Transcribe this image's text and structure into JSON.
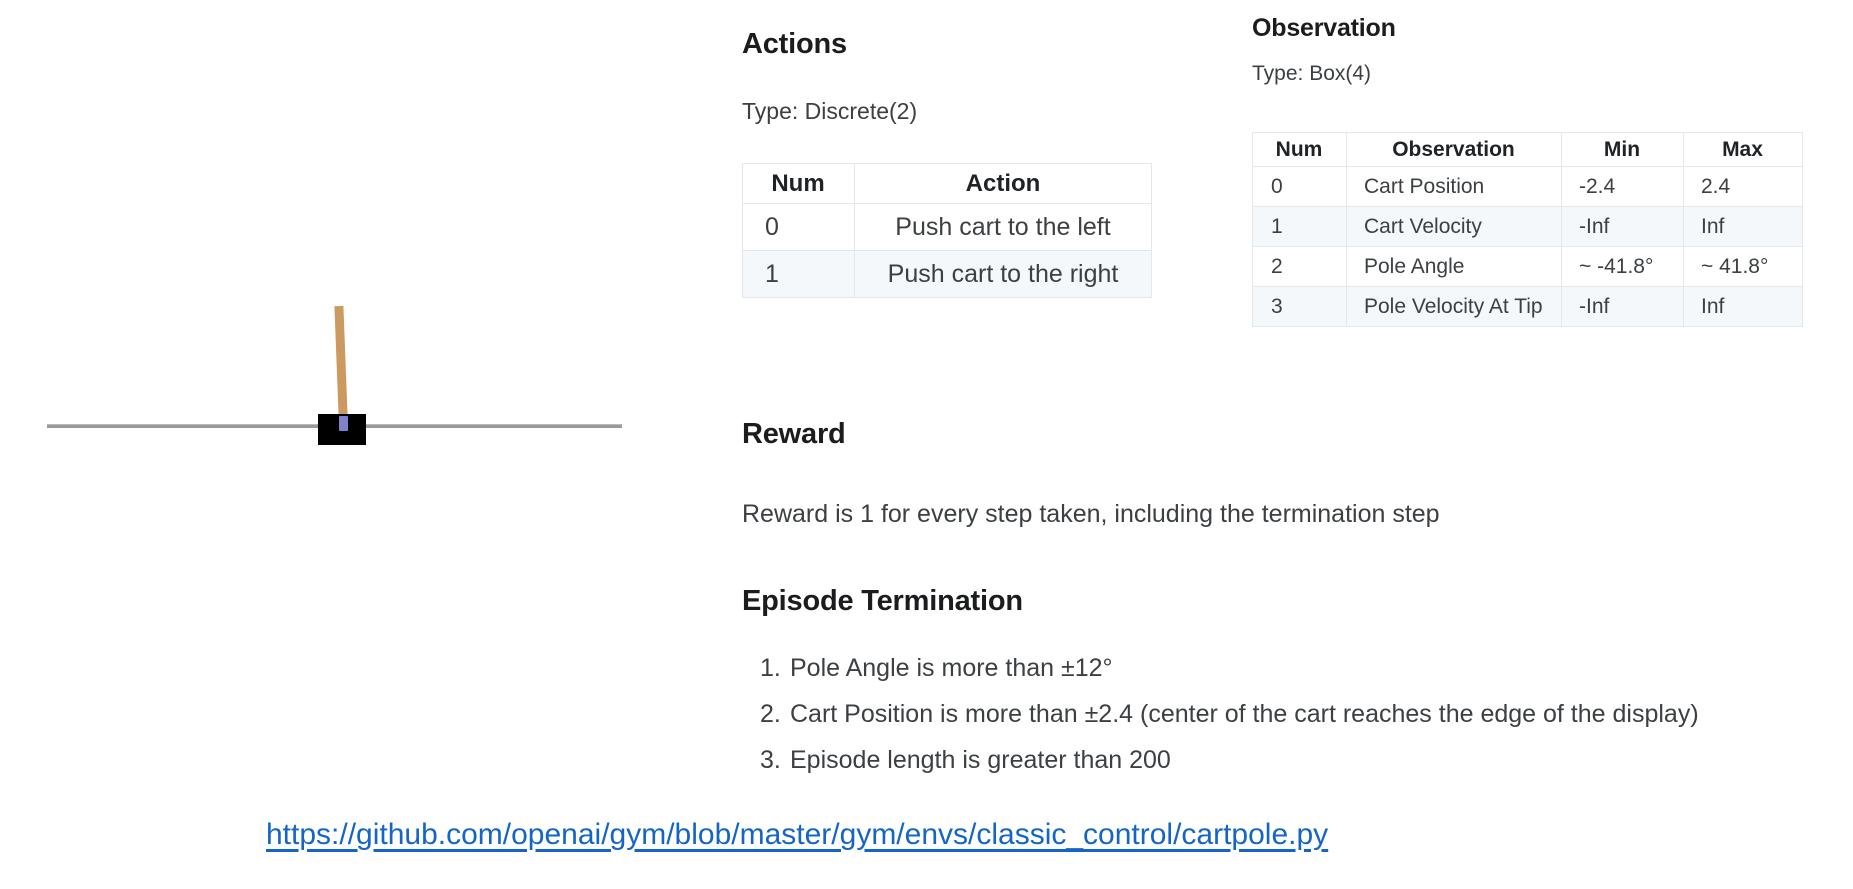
{
  "simulation": {
    "name": "cartpole-environment-render",
    "cart_color": "#000000",
    "pole_color": "#cc9a61",
    "axle_color": "#8080cc",
    "track_color": "#9a9a9a",
    "pole_angle_deg": -2.2
  },
  "actions": {
    "heading": "Actions",
    "type_label": "Type: Discrete(2)",
    "columns": [
      "Num",
      "Action"
    ],
    "rows": [
      {
        "num": "0",
        "action": "Push cart to the left"
      },
      {
        "num": "1",
        "action": "Push cart to the right"
      }
    ]
  },
  "observation": {
    "heading": "Observation",
    "type_label": "Type: Box(4)",
    "columns": [
      "Num",
      "Observation",
      "Min",
      "Max"
    ],
    "rows": [
      {
        "num": "0",
        "observation": "Cart Position",
        "min": "-2.4",
        "max": "2.4"
      },
      {
        "num": "1",
        "observation": "Cart Velocity",
        "min": "-Inf",
        "max": "Inf"
      },
      {
        "num": "2",
        "observation": "Pole Angle",
        "min": "~ -41.8°",
        "max": "~ 41.8°"
      },
      {
        "num": "3",
        "observation": "Pole Velocity At Tip",
        "min": "-Inf",
        "max": "Inf"
      }
    ]
  },
  "reward": {
    "heading": "Reward",
    "text": "Reward is 1 for every step taken, including the termination step"
  },
  "termination": {
    "heading": "Episode Termination",
    "items": [
      {
        "marker": "1.",
        "text": "Pole Angle is more than ±12°"
      },
      {
        "marker": "2.",
        "text": "Cart Position is more than ±2.4 (center of the cart reaches the edge of the display)"
      },
      {
        "marker": "3.",
        "text": "Episode length is greater than 200"
      }
    ]
  },
  "footer": {
    "link_text": "https://github.com/openai/gym/blob/master/gym/envs/classic_control/cartpole.py",
    "link_color": "#1565c8"
  }
}
